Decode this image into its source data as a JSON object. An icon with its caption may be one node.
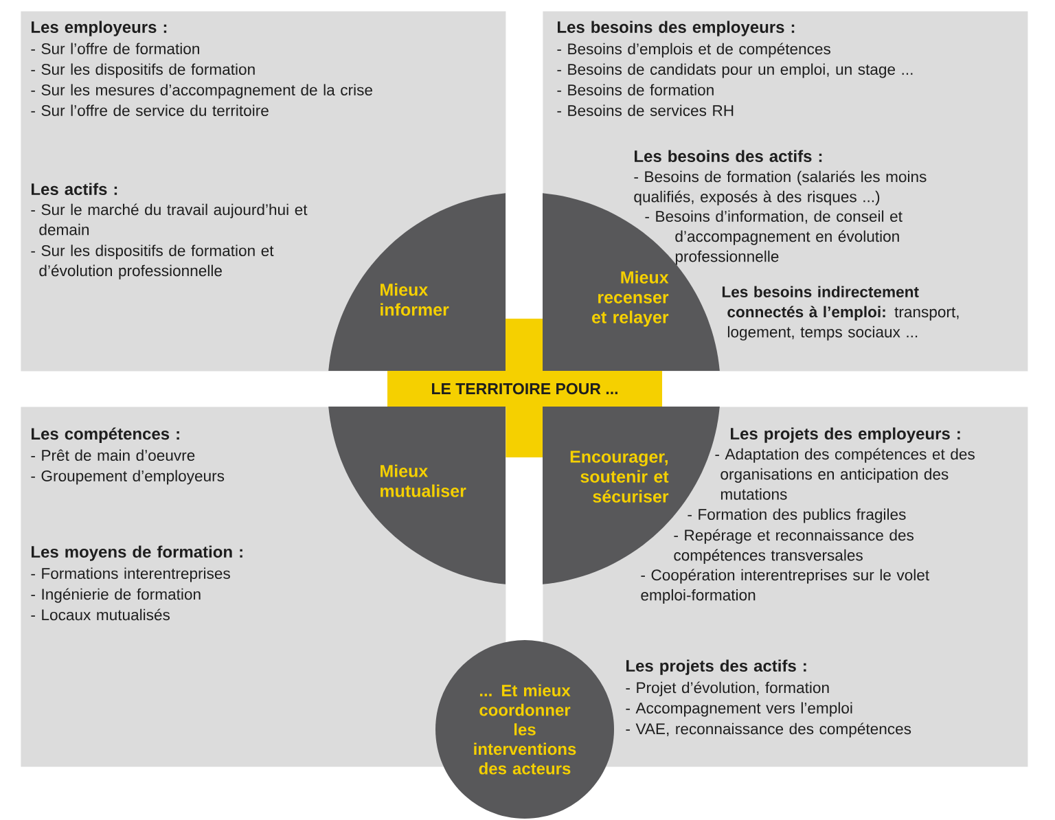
{
  "diagram": {
    "nodes": [
      {
        "text": [
          "Les employeurs :",
          "- Sur l’offre de formation",
          "- Sur les dispositifs de formation",
          "- Sur les mesures d’accompagnement de la crise",
          "- Sur l’offre de service du territoire",
          "Les actifs :",
          "- Sur le marché du travail aujourd’hui et demain",
          "- Sur les dispositifs de formation et d’évolution professionnelle"
        ]
      },
      {
        "text": [
          "Mieux informer"
        ],
        "in": 0
      },
      {
        "text": [
          "Les besoins des employeurs :",
          "- Besoins d’emplois et de compétences",
          "- Besoins de candidats pour un emploi, un stage ...",
          "- Besoins de formation",
          "- Besoins de services RH",
          "Les besoins des actifs :",
          "- Besoins de formation (salariés les moins qualifiés, exposés à des risques ...)",
          "- Besoins d’information, de conseil et d’accompagnement en évolution professionnelle",
          "**Les besoins indirectement connectés à l’emploi:** transport, logement, temps sociaux ..."
        ]
      },
      {
        "text": [
          "Mieux recenser et relayer"
        ],
        "in": 2
      },
      {
        "text": [
          "LE TERRITOIRE POUR ..."
        ]
      },
      {
        "text": [
          "Les compétences :",
          "- Prêt de main d’oeuvre",
          "- Groupement d’employeurs",
          "Les moyens de formation :",
          "- Formations interentreprises",
          "- Ingénierie de formation",
          "- Locaux mutualisés"
        ]
      },
      {
        "text": [
          "Mieux mutualiser"
        ],
        "in": 5
      },
      {
        "text": [
          "Les projets des employeurs :",
          "- Adaptation des compétences et des organisations en anticipation des mutations",
          "- Formation des publics fragiles",
          "- Repérage et reconnaissance des compétences transversales",
          "- Coopération interentreprises sur le volet emploi-formation",
          "Les projets des actifs :",
          "- Projet d’évolution, formation",
          "- Accompagnement vers l’emploi",
          "- VAE, reconnaissance des compétences"
        ]
      },
      {
        "text": [
          "Encourager, soutenir et sécuriser"
        ],
        "in": 7
      },
      {
        "text": [
          "... Et mieux coordonner les interventions des acteurs"
        ]
      }
    ]
  }
}
